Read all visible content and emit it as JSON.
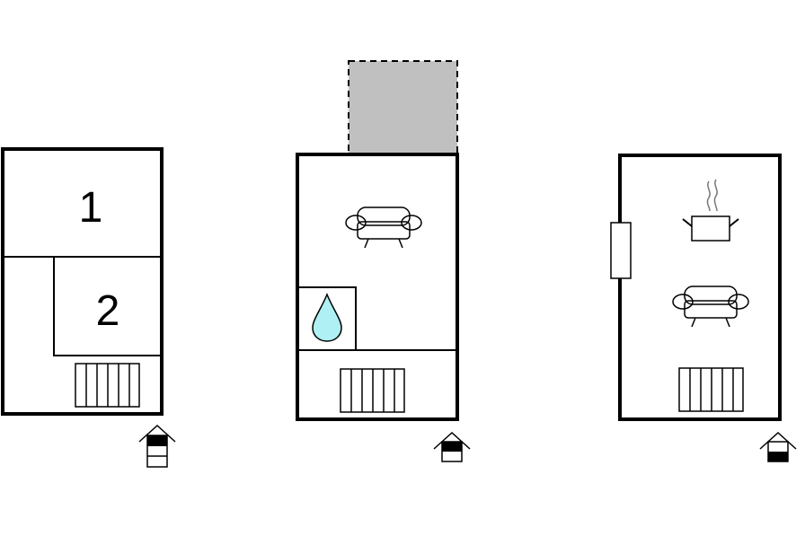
{
  "floors": [
    {
      "rooms": [
        {
          "label": "1"
        },
        {
          "label": "2"
        }
      ],
      "icons": [
        "stairs-icon",
        "floor-indicator-top-icon"
      ]
    },
    {
      "icons": [
        "terrace-area",
        "sofa-icon",
        "bathroom-drop-icon",
        "stairs-icon",
        "floor-indicator-middle-icon"
      ],
      "colors": {
        "terrace": "#c0c0c0",
        "water": "#aef0f3"
      }
    },
    {
      "icons": [
        "window-icon",
        "kitchen-pot-icon",
        "sofa-icon",
        "stairs-icon",
        "floor-indicator-bottom-icon"
      ]
    }
  ]
}
